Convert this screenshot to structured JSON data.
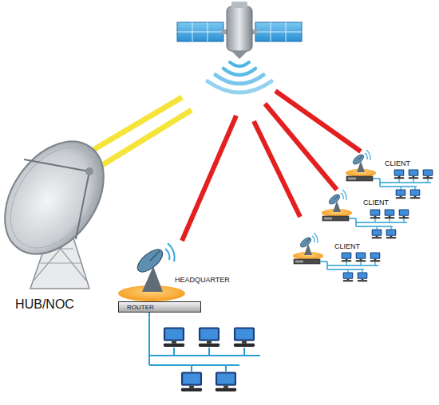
{
  "diagram": {
    "nodes": [
      {
        "text": [
          "ROUTER"
        ]
      }
    ],
    "labels": [
      "HUB/NOC",
      "HEADQUARTER",
      "CLIENT",
      "CLIENT",
      "CLIENT"
    ]
  }
}
